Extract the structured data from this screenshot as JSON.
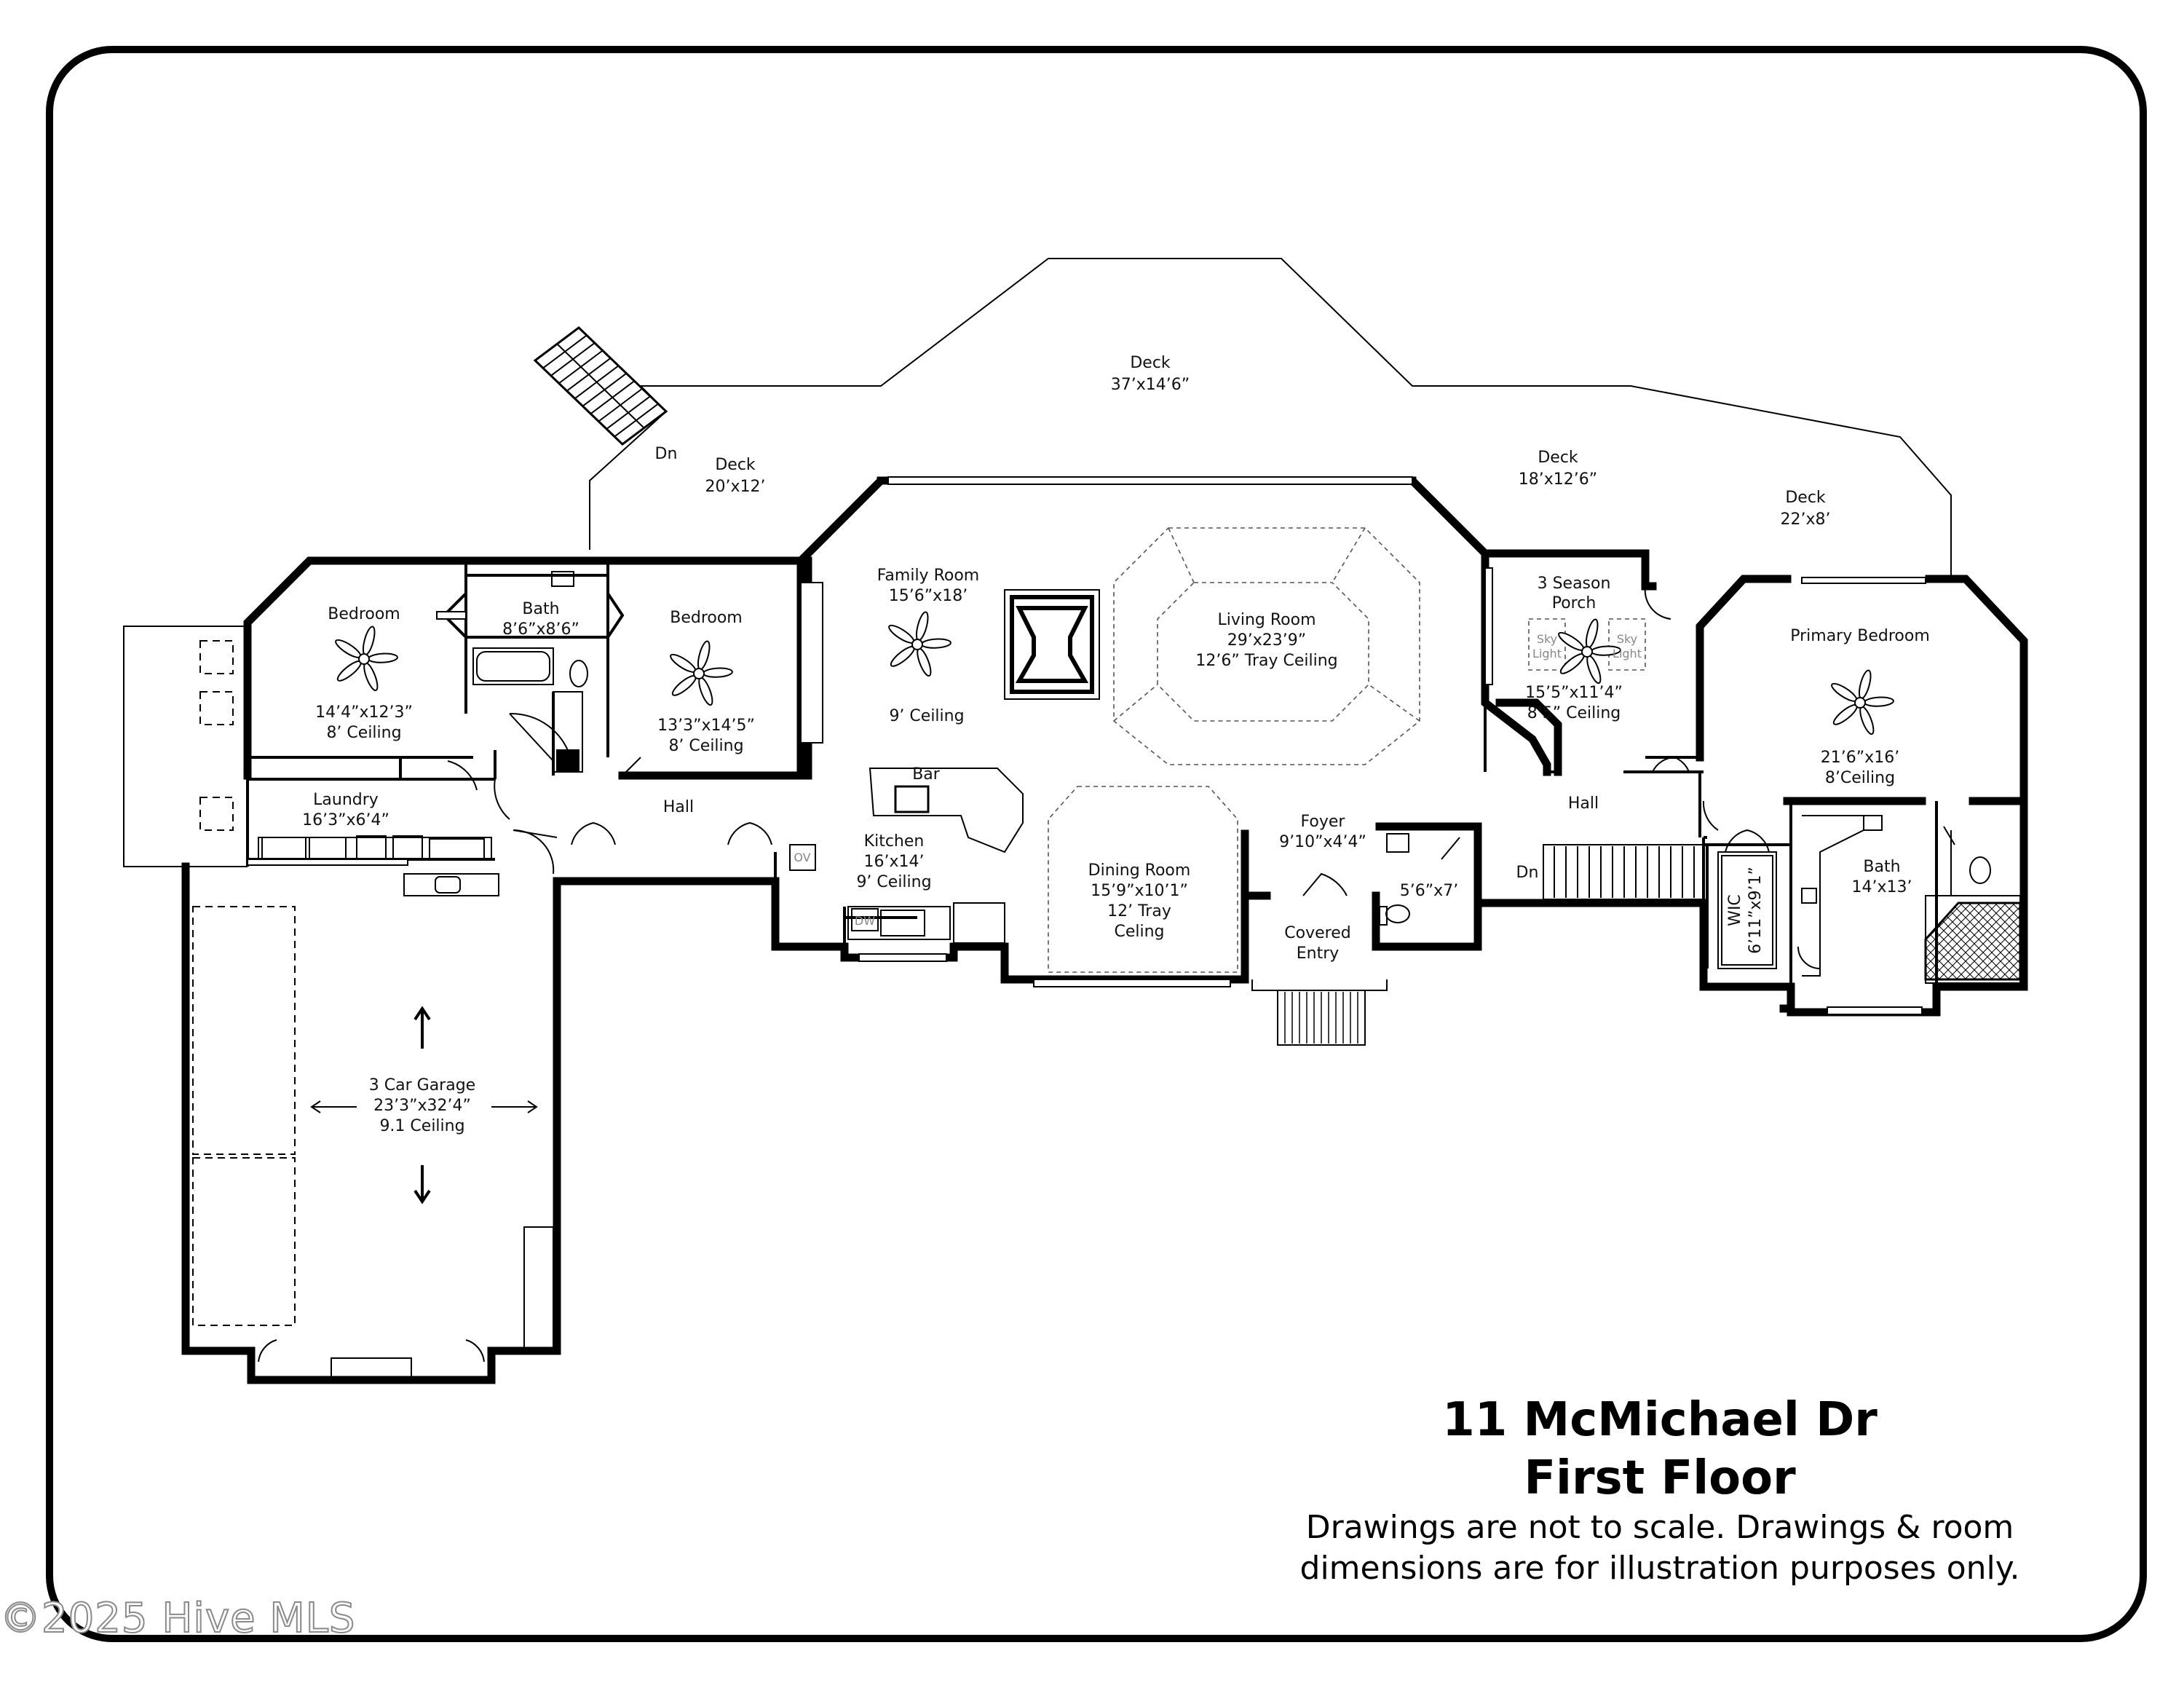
{
  "rooms": {
    "deck_main": {
      "name": "Deck",
      "dims": "37’x14’6”"
    },
    "deck_left": {
      "name": "Deck",
      "dims": "20’x12’"
    },
    "deck_right": {
      "name": "Deck",
      "dims": "18’x12’6”"
    },
    "deck_far_right": {
      "name": "Deck",
      "dims": "22’x8’"
    },
    "stairs_down_deck": "Dn",
    "bedroom_left": {
      "name": "Bedroom",
      "dims": "14’4”x12’3”",
      "ceiling": "8’ Ceiling"
    },
    "bath_upper": {
      "name": "Bath",
      "dims": "8’6”x8’6”"
    },
    "bedroom_mid": {
      "name": "Bedroom",
      "dims": "13’3”x14’5”",
      "ceiling": "8’ Ceiling"
    },
    "family_room": {
      "name": "Family Room",
      "dims": "15’6”x18’",
      "ceiling": "9’ Ceiling"
    },
    "living_room": {
      "name": "Living Room",
      "dims": "29’x23’9”",
      "ceiling": "12’6” Tray Ceiling"
    },
    "season_porch": {
      "name_line1": "3 Season",
      "name_line2": "Porch",
      "dims": "15’5”x11’4”",
      "ceiling": "8’5” Ceiling",
      "skylight": [
        "Sky",
        "Light"
      ]
    },
    "primary_bedroom": {
      "name": "Primary Bedroom",
      "dims": "21’6”x16’",
      "ceiling": "8’Ceiling"
    },
    "laundry": {
      "name": "Laundry",
      "dims": "16’3”x6’4”"
    },
    "hall_left": {
      "name": "Hall"
    },
    "bar": {
      "name": "Bar"
    },
    "kitchen": {
      "name": "Kitchen",
      "dims": "16’x14’",
      "ceiling": "9’ Ceiling",
      "ov": "OV",
      "dw": "DW"
    },
    "dining_room": {
      "name": "Dining Room",
      "dims": "15’9”x10’1”",
      "ceiling_line1": "12’ Tray",
      "ceiling_line2": "Celing"
    },
    "foyer": {
      "name": "Foyer",
      "dims": "9’10”x4’4”"
    },
    "half_bath": {
      "dims": "5’6”x7’"
    },
    "covered_entry": {
      "line1": "Covered",
      "line2": "Entry"
    },
    "hall_right": {
      "name": "Hall",
      "stairs": "Dn"
    },
    "wic": {
      "name": "WIC",
      "dims": "6’11”x9’1”"
    },
    "bath_primary": {
      "name": "Bath",
      "dims": "14’x13’"
    },
    "garage": {
      "name": "3 Car Garage",
      "dims": "23’3”x32’4”",
      "ceiling": "9.1 Ceiling"
    }
  },
  "title": {
    "address": "11 McMichael Dr",
    "floor": "First Floor",
    "disclaimer_line1": "Drawings are not to scale. Drawings & room",
    "disclaimer_line2": "dimensions are for illustration purposes only."
  },
  "watermark": "©2025 Hive MLS"
}
